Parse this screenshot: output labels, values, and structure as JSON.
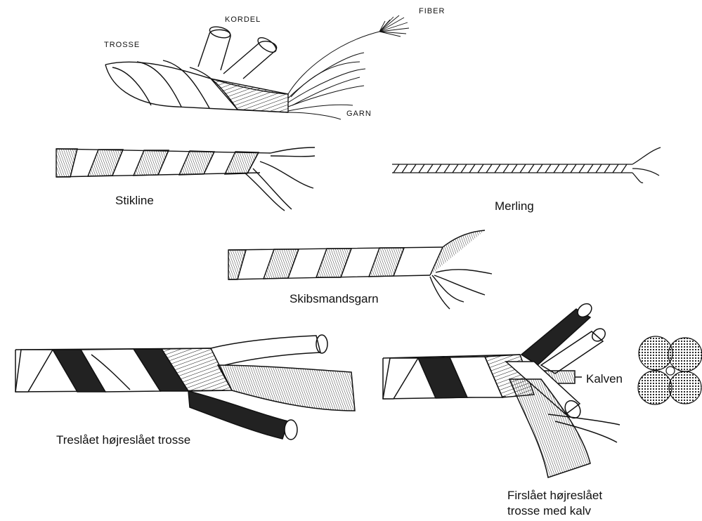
{
  "labels": {
    "trosse_small": "TROSSE",
    "kordel": "KORDEL",
    "fiber": "FIBER",
    "garn": "GARN",
    "stikline": "Stikline",
    "merling": "Merling",
    "skibsmandsgarn": "Skibsmandsgarn",
    "treslaaet": "Treslået højreslået trosse",
    "firslaaet_line1": "Firslået højreslået",
    "firslaaet_line2": "trosse med kalv",
    "kalven": "Kalven"
  },
  "colors": {
    "ink": "#111111",
    "paper": "#ffffff",
    "strand_dark": "#222222",
    "cross_section": "#555555"
  }
}
